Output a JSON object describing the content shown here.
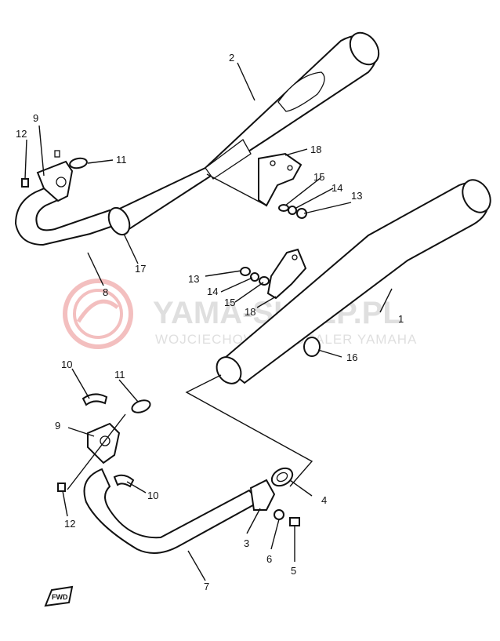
{
  "watermark": {
    "title": "YAMA-SKLEP.PL",
    "subtitle": "WOJCIECHOWICZ - DEALER YAMAHA"
  },
  "direction_badge": "FWD",
  "callouts": [
    "1",
    "2",
    "3",
    "4",
    "5",
    "6",
    "7",
    "8",
    "9",
    "10",
    "11",
    "12",
    "13",
    "14",
    "15",
    "16",
    "17",
    "18"
  ],
  "callout_labels": {
    "muffler_right": "1",
    "muffler_left": "2",
    "joint_clamp": "3",
    "gasket_ring": "4",
    "bolt": "5",
    "washer_6": "6",
    "exhaust_pipe_right": "7",
    "exhaust_pipe_left": "8",
    "flange_upper": "9",
    "flange_lower": "9",
    "half_ring_top": "10",
    "half_ring_bottom": "10",
    "gasket_upper": "11",
    "gasket_lower": "11",
    "stud_nut_upper": "12",
    "stud_nut_lower": "12",
    "nut_upper": "13",
    "nut_lower": "13",
    "spring_washer_upper": "14",
    "spring_washer_lower": "14",
    "plain_washer_upper": "15",
    "plain_washer_lower": "15",
    "rubber_damper": "16",
    "clamp_left": "17",
    "bracket_upper": "18",
    "bracket_lower": "18"
  }
}
